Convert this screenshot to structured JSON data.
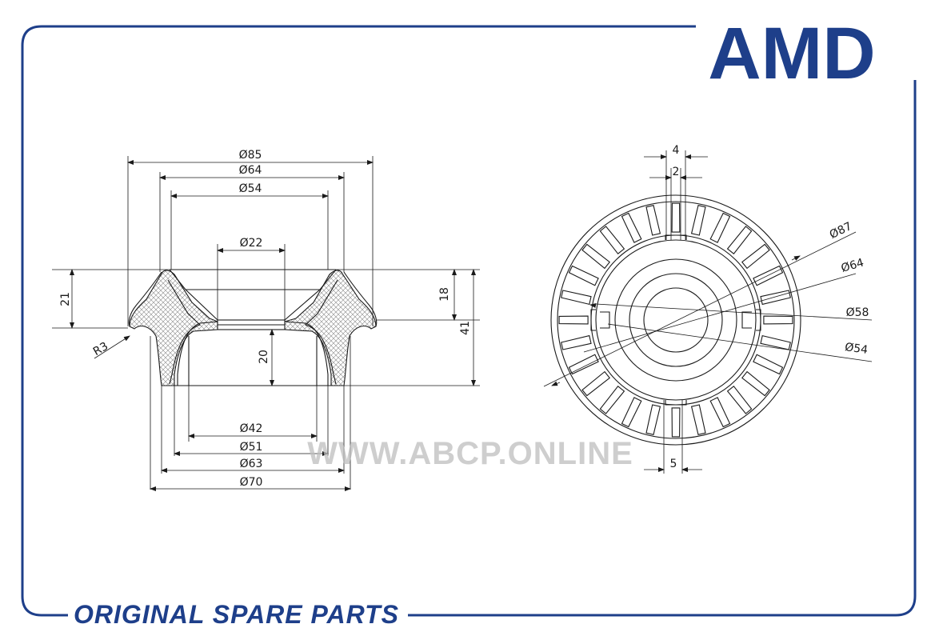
{
  "brand": {
    "logo_text": "AMD",
    "tagline": "ORIGINAL SPARE PARTS",
    "color": "#1e3f8a"
  },
  "watermark": "WWW.ABCP.ONLINE",
  "side_view": {
    "d85": "Ø85",
    "d64": "Ø64",
    "d54": "Ø54",
    "d22": "Ø22",
    "d42": "Ø42",
    "d51": "Ø51",
    "d63": "Ø63",
    "d70": "Ø70",
    "h21": "21",
    "h18": "18",
    "h41": "41",
    "h20": "20",
    "r3": "R3"
  },
  "top_view": {
    "w4": "4",
    "w2": "2",
    "w5": "5",
    "d87": "Ø87",
    "d64": "Ø64",
    "d58": "Ø58",
    "d54": "Ø54",
    "rib_count": 28
  }
}
